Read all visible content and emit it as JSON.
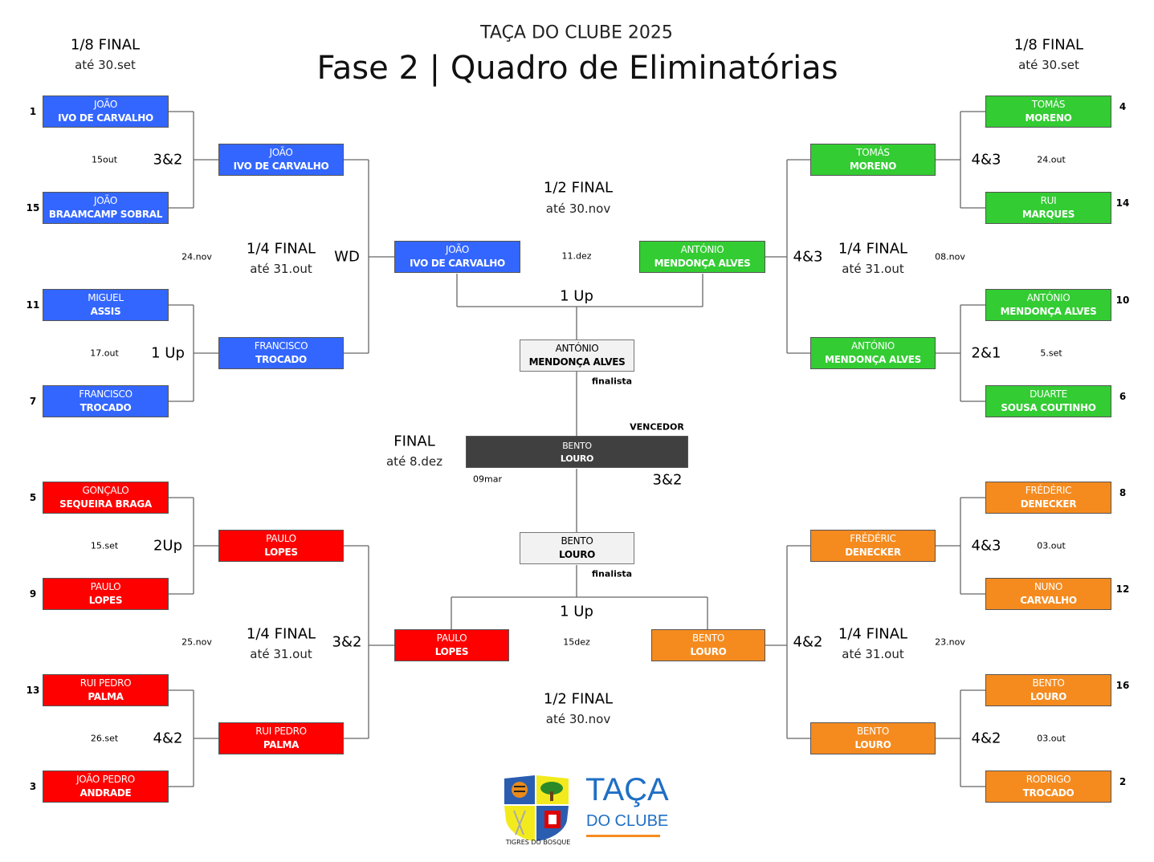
{
  "header": {
    "subtitle": "TAÇA DO CLUBE 2025",
    "title": "Fase 2 | Quadro de Eliminatórias"
  },
  "rounds": {
    "r16_left": {
      "label": "1/8 FINAL",
      "deadline": "até 30.set"
    },
    "r16_right": {
      "label": "1/8 FINAL",
      "deadline": "até 30.set"
    },
    "qf_tl": {
      "label": "1/4 FINAL",
      "deadline": "até 31.out"
    },
    "qf_bl": {
      "label": "1/4 FINAL",
      "deadline": "até 31.out"
    },
    "qf_tr": {
      "label": "1/4 FINAL",
      "deadline": "até 31.out"
    },
    "qf_br": {
      "label": "1/4 FINAL",
      "deadline": "até 31.out"
    },
    "sf_top": {
      "label": "1/2 FINAL",
      "deadline": "até 30.nov"
    },
    "sf_bottom": {
      "label": "1/2 FINAL",
      "deadline": "até 30.nov"
    },
    "final": {
      "label": "FINAL",
      "deadline": "até 8.dez"
    }
  },
  "colors": {
    "blue": "#3366ff",
    "green": "#33cc33",
    "red": "#ff0000",
    "orange": "#f58b1f",
    "finalist": "#f2f2f2",
    "winner": "#404040"
  },
  "r16_left": [
    {
      "seed": "1",
      "first": "JOÃO",
      "last": "IVO DE CARVALHO",
      "color": "blue"
    },
    {
      "seed": "15",
      "first": "JOÃO",
      "last": "BRAAMCAMP SOBRAL",
      "color": "blue"
    },
    {
      "seed": "11",
      "first": "MIGUEL",
      "last": "ASSIS",
      "color": "blue"
    },
    {
      "seed": "7",
      "first": "FRANCISCO",
      "last": "TROCADO",
      "color": "blue"
    },
    {
      "seed": "5",
      "first": "GONÇALO",
      "last": "SEQUEIRA BRAGA",
      "color": "red"
    },
    {
      "seed": "9",
      "first": "PAULO",
      "last": "LOPES",
      "color": "red"
    },
    {
      "seed": "13",
      "first": "RUI PEDRO",
      "last": "PALMA",
      "color": "red"
    },
    {
      "seed": "3",
      "first": "JOÃO PEDRO",
      "last": "ANDRADE",
      "color": "red"
    }
  ],
  "r16_left_results": [
    {
      "date": "15out",
      "score": "3&2"
    },
    {
      "date": "17.out",
      "score": "1 Up"
    },
    {
      "date": "15.set",
      "score": "2Up"
    },
    {
      "date": "26.set",
      "score": "4&2"
    }
  ],
  "r16_right": [
    {
      "seed": "4",
      "first": "TOMÁS",
      "last": "MORENO",
      "color": "green"
    },
    {
      "seed": "14",
      "first": "RUI",
      "last": "MARQUES",
      "color": "green"
    },
    {
      "seed": "10",
      "first": "ANTÓNIO",
      "last": "MENDONÇA ALVES",
      "color": "green"
    },
    {
      "seed": "6",
      "first": "DUARTE",
      "last": "SOUSA COUTINHO",
      "color": "green"
    },
    {
      "seed": "8",
      "first": "FRÉDÉRIC",
      "last": "DENECKER",
      "color": "orange"
    },
    {
      "seed": "12",
      "first": "NUNO",
      "last": "CARVALHO",
      "color": "orange"
    },
    {
      "seed": "16",
      "first": "BENTO",
      "last": "LOURO",
      "color": "orange"
    },
    {
      "seed": "2",
      "first": "RODRIGO",
      "last": "TROCADO",
      "color": "orange"
    }
  ],
  "r16_right_results": [
    {
      "date": "24.out",
      "score": "4&3"
    },
    {
      "date": "5.set",
      "score": "2&1"
    },
    {
      "date": "03.out",
      "score": "4&3"
    },
    {
      "date": "03.out",
      "score": "4&2"
    }
  ],
  "qf_left": [
    {
      "first": "JOÃO",
      "last": "IVO DE CARVALHO",
      "color": "blue"
    },
    {
      "first": "FRANCISCO",
      "last": "TROCADO",
      "color": "blue"
    },
    {
      "first": "PAULO",
      "last": "LOPES",
      "color": "red"
    },
    {
      "first": "RUI PEDRO",
      "last": "PALMA",
      "color": "red"
    }
  ],
  "qf_left_results": [
    {
      "date": "24.nov",
      "score": "WD"
    },
    {
      "date": "25.nov",
      "score": "3&2"
    }
  ],
  "qf_right": [
    {
      "first": "TOMÁS",
      "last": "MORENO",
      "color": "green"
    },
    {
      "first": "ANTÓNIO",
      "last": "MENDONÇA ALVES",
      "color": "green"
    },
    {
      "first": "FRÉDÉRIC",
      "last": "DENECKER",
      "color": "orange"
    },
    {
      "first": "BENTO",
      "last": "LOURO",
      "color": "orange"
    }
  ],
  "qf_right_results": [
    {
      "date": "08.nov",
      "score": "4&3"
    },
    {
      "date": "23.nov",
      "score": "4&2"
    }
  ],
  "sf": [
    {
      "first": "JOÃO",
      "last": "IVO DE CARVALHO",
      "color": "blue"
    },
    {
      "first": "ANTÓNIO",
      "last": "MENDONÇA ALVES",
      "color": "green"
    },
    {
      "first": "PAULO",
      "last": "LOPES",
      "color": "red"
    },
    {
      "first": "BENTO",
      "last": "LOURO",
      "color": "orange"
    }
  ],
  "sf_results": [
    {
      "date": "11.dez",
      "score": "1 Up"
    },
    {
      "date": "15dez",
      "score": "1 Up"
    }
  ],
  "finalists": [
    {
      "first": "ANTÓNIO",
      "last": "MENDONÇA ALVES",
      "tag": "finalista"
    },
    {
      "first": "BENTO",
      "last": "LOURO",
      "tag": "finalista"
    }
  ],
  "winner": {
    "label": "VENCEDOR",
    "first": "BENTO",
    "last": "LOURO",
    "date": "09mar",
    "score": "3&2"
  },
  "logo": {
    "crest_text": "TIGRES DO BOSQUE",
    "line1": "TAÇA",
    "line2": "DO CLUBE"
  }
}
